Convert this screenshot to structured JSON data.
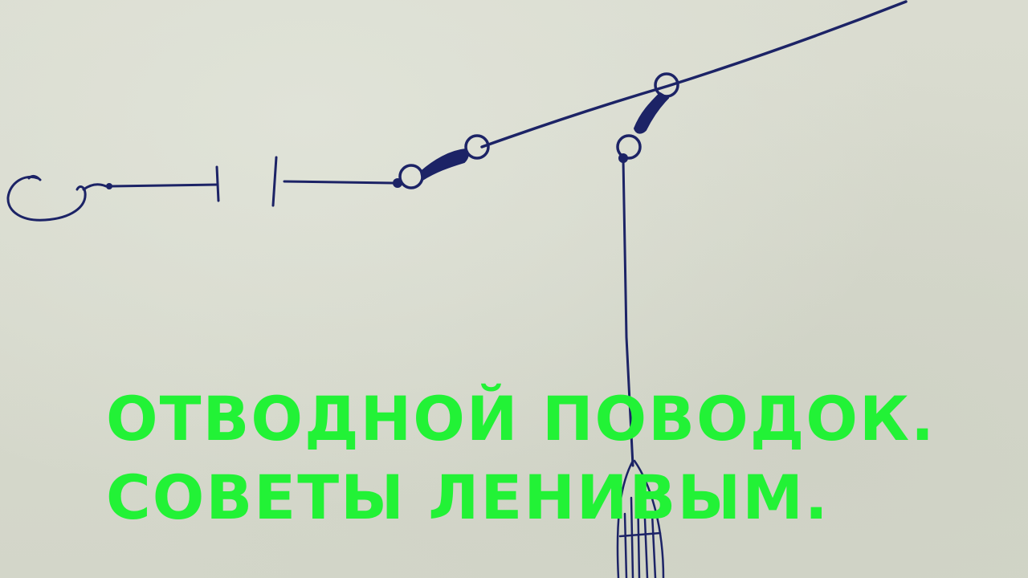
{
  "title": {
    "line1": "ОТВОДНОЙ ПОВОДОК.",
    "line2": "СОВЕТЫ ЛЕНИВЫМ."
  },
  "colors": {
    "paper": "#d6d9cd",
    "ink": "#1c2366",
    "title": "#22f236"
  },
  "illustration": {
    "subject": "hand-drawn diagram of a fishing leader rig",
    "components": [
      "hook",
      "leader-line",
      "swivel",
      "main-line",
      "swivel",
      "sinker-line",
      "sinker"
    ]
  }
}
